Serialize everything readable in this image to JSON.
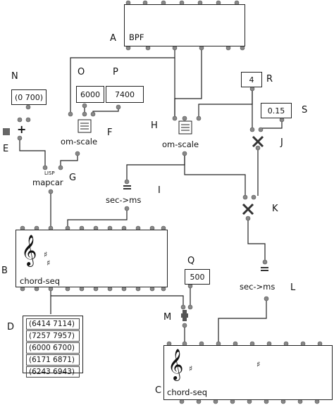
{
  "labels": {
    "A": "A",
    "B": "B",
    "C": "C",
    "D": "D",
    "E": "E",
    "F": "F",
    "G": "G",
    "H": "H",
    "I": "I",
    "J": "J",
    "K": "K",
    "L": "L",
    "M": "M",
    "N": "N",
    "O": "O",
    "P": "P",
    "Q": "Q",
    "R": "R",
    "S": "S"
  },
  "boxes": {
    "bpf": "BPF",
    "om_scale_f": "om-scale",
    "om_scale_h": "om-scale",
    "mapcar": "mapcar",
    "lisp": "LISP",
    "sec_ms_i": "sec->ms",
    "sec_ms_l": "sec->ms",
    "chord_seq_b": "chord-seq",
    "chord_seq_c": "chord-seq",
    "plus_e": "+",
    "plus_m": "+"
  },
  "values": {
    "n": "(0 700)",
    "o": "6000",
    "p": "7400",
    "q": "500",
    "r": "4",
    "s": "0.15"
  },
  "chord_list": [
    "(6414 7114)",
    "(7257 7957)",
    "(6000 6700)",
    "(6171 6871)",
    "(6243 6943)"
  ],
  "icons": {
    "multiply": "multiply-icon",
    "equal": "equal-icon",
    "treble_clef": "treble-clef-icon"
  }
}
